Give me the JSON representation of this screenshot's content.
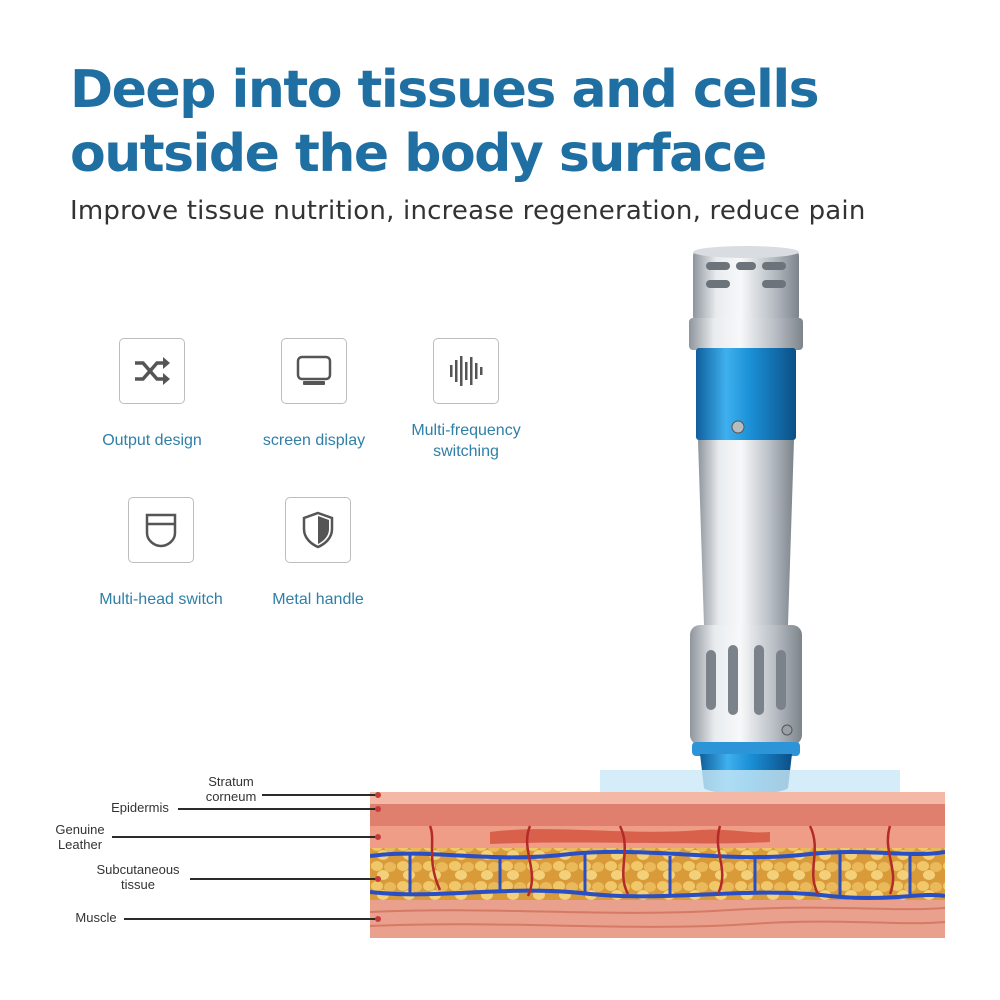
{
  "headline": "Deep into tissues and cells outside the body surface",
  "subtitle": "Improve tissue nutrition, increase regeneration, reduce pain",
  "features": [
    {
      "label": "Output design",
      "icon": "shuffle-icon"
    },
    {
      "label": "screen display",
      "icon": "monitor-icon"
    },
    {
      "label": "Multi-frequency switching",
      "icon": "sound-wave-icon"
    },
    {
      "label": "Multi-head switch",
      "icon": "applicator-head-icon"
    },
    {
      "label": "Metal handle",
      "icon": "shield-icon"
    }
  ],
  "layers": [
    {
      "label": "Stratum corneum"
    },
    {
      "label": "Epidermis"
    },
    {
      "label": "Genuine Leather"
    },
    {
      "label": "Subcutaneous tissue"
    },
    {
      "label": "Muscle"
    }
  ],
  "colors": {
    "headline": "#1f6fa3",
    "feature_text": "#2f7fa7",
    "device_blue": "#1a8fd6",
    "device_silver": "#c9cdd2"
  }
}
